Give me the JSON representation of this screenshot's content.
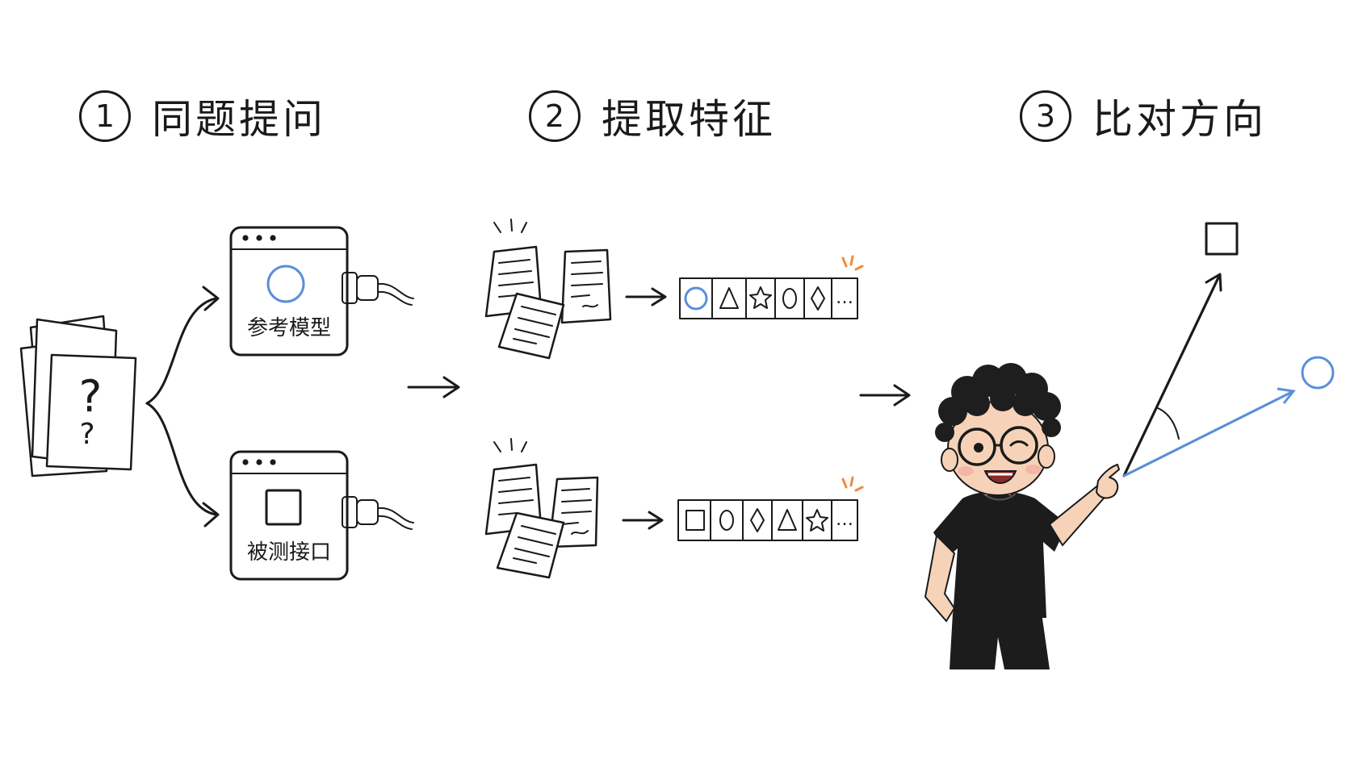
{
  "steps": [
    {
      "num": "1",
      "label": "同题提问"
    },
    {
      "num": "2",
      "label": "提取特征"
    },
    {
      "num": "3",
      "label": "比对方向"
    }
  ],
  "question_marks": [
    "?",
    "?"
  ],
  "models": {
    "reference": {
      "label": "参考模型",
      "shape": "circle-icon",
      "color": "#5b8fd9"
    },
    "tested": {
      "label": "被测接口",
      "shape": "square-icon",
      "color": "#1a1a1a"
    }
  },
  "feature_rows": {
    "top": [
      "circle-icon",
      "triangle-icon",
      "star-icon",
      "oval-icon",
      "diamond-icon",
      "…"
    ],
    "bottom": [
      "square-icon",
      "oval-icon",
      "diamond-icon",
      "triangle-icon",
      "star-icon",
      "…"
    ]
  },
  "vectors": {
    "reference_color": "#5b8fd9",
    "tested_color": "#1a1a1a",
    "reference_end": "circle-icon",
    "tested_end": "square-icon"
  }
}
